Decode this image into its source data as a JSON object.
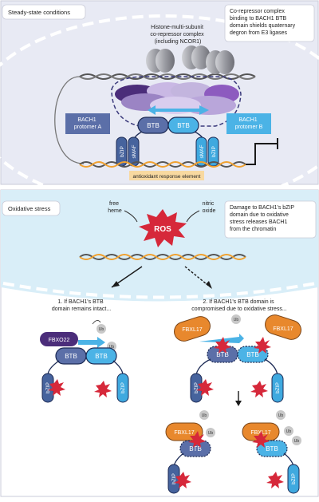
{
  "panel_top": {
    "title": "Steady-state conditions",
    "complex_label": [
      "Histone-multi-subunit",
      "co-repressor complex",
      "(including NCOR1)"
    ],
    "note": [
      "Co-repressor complex",
      "binding to BACH1 BTB",
      "domain shields quaternary",
      "degron from E3 ligases"
    ],
    "protomer_a": [
      "BACH1",
      "protomer A"
    ],
    "protomer_b": [
      "BACH1",
      "protomer B"
    ],
    "btb": "BTB",
    "smaf": "sMAF",
    "bzip": "bZIP",
    "are": "antioxidant response element"
  },
  "panel_bottom": {
    "title": "Oxidative stress",
    "free_heme": [
      "free",
      "heme"
    ],
    "nitric_oxide": [
      "nitric",
      "oxide"
    ],
    "ros": "ROS",
    "note": [
      "Damage to BACH1's bZIP",
      "domain due to oxidative",
      "stress releases BACH1",
      "from the chromatin"
    ],
    "case1": [
      "1. If BACH1's BTB",
      "domain remains intact..."
    ],
    "case2": [
      "2. If BACH1's BTB domain is",
      "compromised due to oxidative stress..."
    ],
    "fbxo22": "FBXO22",
    "fbxl17": "FBXL17",
    "ub": "Ub",
    "btb": "BTB",
    "bzip": "bZIP"
  },
  "colors": {
    "top_bg": "#e8eaf4",
    "bottom_bg": "#d9eef8",
    "btb_dark": "#5b6fa8",
    "btb_light": "#4bb3e6",
    "bzip_dark": "#46639d",
    "bzip_light": "#3fa9df",
    "orange": "#e8882d",
    "purple": "#7b4ea6",
    "ros_red": "#d6283a",
    "dna_orange": "#f0a130",
    "dna_gray": "#5a5a5a"
  }
}
